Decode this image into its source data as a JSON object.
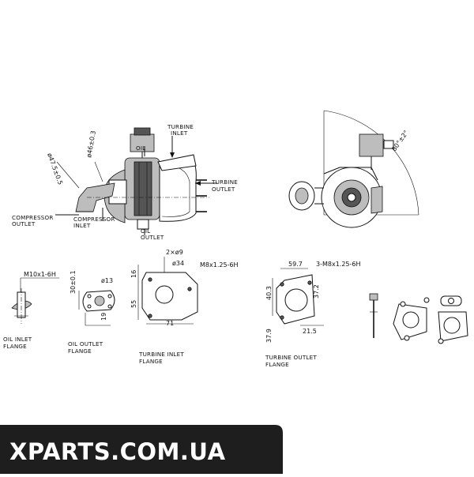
{
  "labels": {
    "turbine_inlet": [
      "TURBINE",
      "INLET"
    ],
    "oil_inlet": "OIL",
    "turbine_outlet": [
      "TURBINE",
      "OUTLET"
    ],
    "compressor_outlet": [
      "COMPRESSOR",
      "OUTLET"
    ],
    "compressor_inlet": [
      "COMPRESSOR",
      "INLET"
    ],
    "oil_outlet": [
      "OIL",
      "OUTLET"
    ]
  },
  "dims": {
    "d1": "ø47.5±0.5",
    "d2": "ø46±0.3",
    "angle": "80°±2°",
    "m10": "M10x1-6H",
    "oil_in_flange": [
      "OIL INLET",
      "FLANGE"
    ],
    "d13": "ø13",
    "d30": "30±0.1",
    "d19": "19",
    "oil_out_flange": [
      "OIL OUTLET",
      "FLANGE"
    ],
    "d2x9": "2×ø9",
    "d34": "ø34",
    "m8": "M8x1.25-6H",
    "d16": "16",
    "d55": "55",
    "d71": "71",
    "turb_in_flange": [
      "TURBINE INLET",
      "FLANGE"
    ],
    "d59_7": "59.7",
    "m8x3": "3-M8x1.25-6H",
    "d40_3": "40.3",
    "d37_2": "37.2",
    "d21_5": "21.5",
    "d37_9": "37.9",
    "turb_out_flange": [
      "TURBINE OUTLET",
      "FLANGE"
    ]
  },
  "banner": {
    "text": "XPARTS.COM.UA",
    "bg_color": "#1e1e1e",
    "text_color": "#ffffff"
  }
}
